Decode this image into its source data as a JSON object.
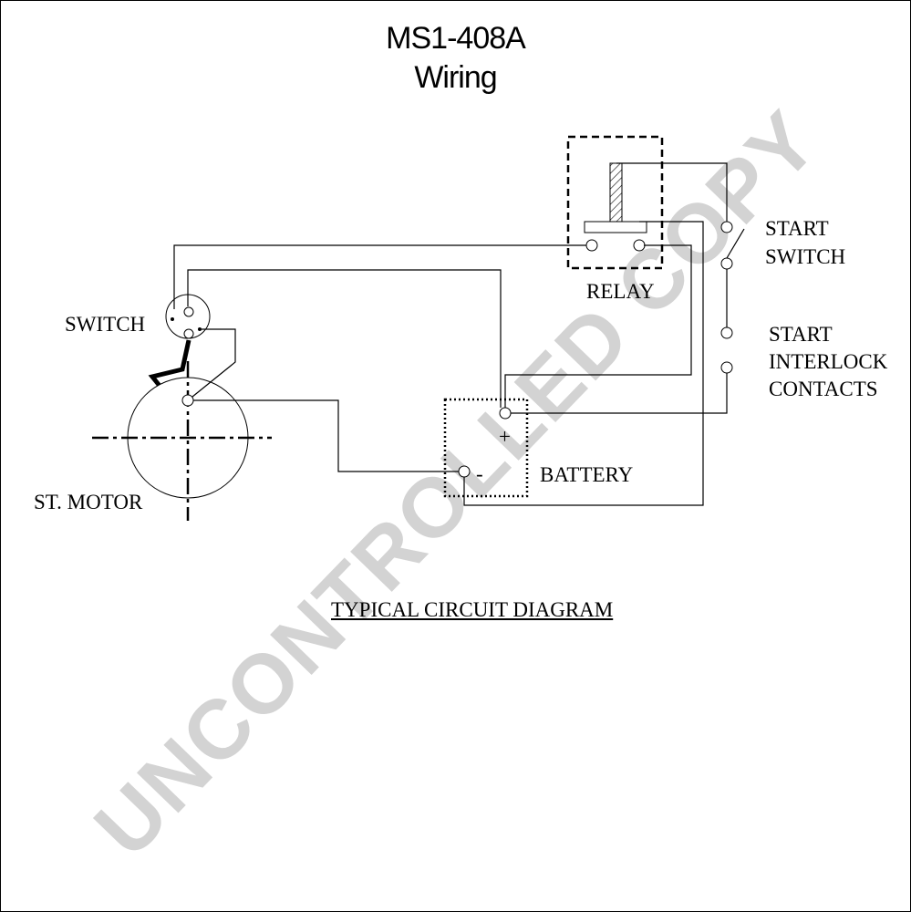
{
  "title": {
    "line1": "MS1-408A",
    "line2": "Wiring"
  },
  "labels": {
    "switch": "SWITCH",
    "st_motor": "ST. MOTOR",
    "relay": "RELAY",
    "start_switch_1": "START",
    "start_switch_2": "SWITCH",
    "interlock_1": "START",
    "interlock_2": "INTERLOCK",
    "interlock_3": "CONTACTS",
    "battery": "BATTERY",
    "plus": "+",
    "minus": "-"
  },
  "caption": "TYPICAL CIRCUIT DIAGRAM",
  "watermark": "UNCONTROLLED COPY"
}
